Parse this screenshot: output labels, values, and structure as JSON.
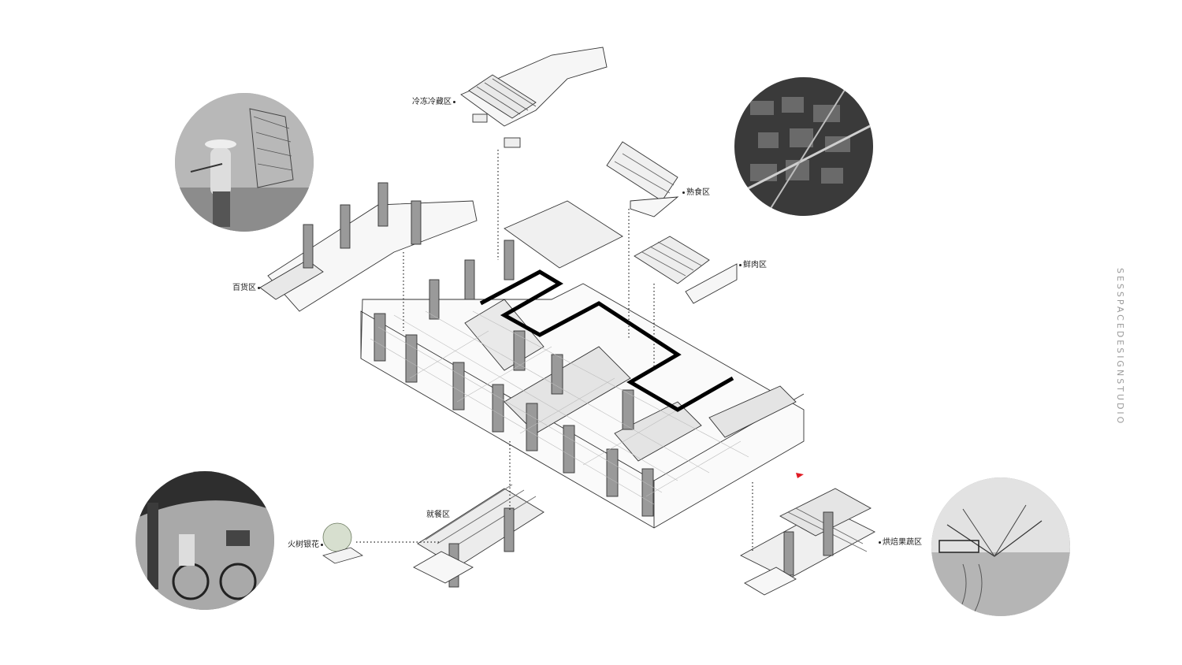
{
  "labels": {
    "cold_storage": "冷冻冷藏区",
    "cooked_food": "熟食区",
    "fresh_meat": "鲜肉区",
    "general_goods": "百货区",
    "dining": "就餐区",
    "tree_flowers": "火树银花",
    "bakery_fruit": "烘焙果蔬区"
  },
  "brand": "SESSPACEDESIGNSTUDIO",
  "photos": [
    {
      "name": "fisherman-photo"
    },
    {
      "name": "town-aerial-photo"
    },
    {
      "name": "bicycle-vendors-photo"
    },
    {
      "name": "fishing-nets-photo"
    }
  ],
  "colors": {
    "line": "#222222",
    "accent": "#e01b24",
    "brand_text": "#9a9a9a"
  }
}
